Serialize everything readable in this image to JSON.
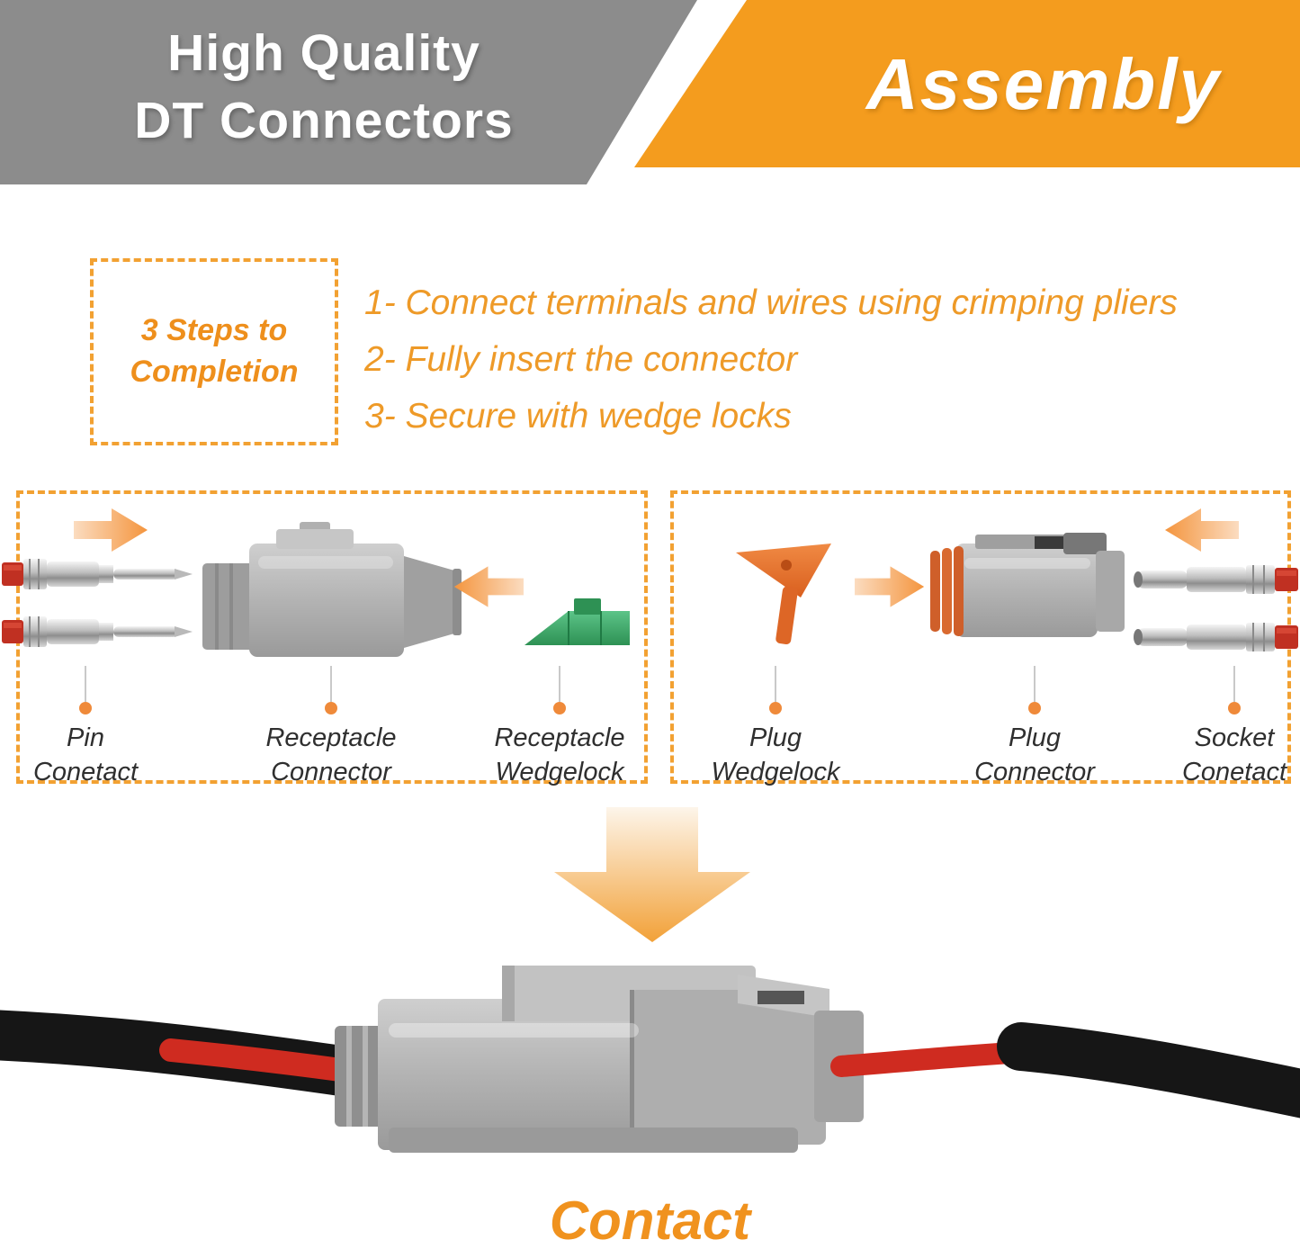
{
  "colors": {
    "banner_gray": "#8c8c8c",
    "accent_orange": "#f49c1e",
    "text_orange": "#ee9a28",
    "dashed_border": "#f2a132",
    "label_text": "#2f2f2f",
    "wedgelock_green": "#3aa365",
    "wedgelock_orange": "#e06a28",
    "wire_red": "#c03022",
    "cable_black": "#161616",
    "connector_gray": "#b3b3b3"
  },
  "banners": {
    "quality": {
      "line1": "High Quality",
      "line2": "DT Connectors"
    },
    "assembly": {
      "label": "Assembly"
    }
  },
  "steps": {
    "title_line1": "3 Steps to",
    "title_line2": "Completion",
    "items": [
      "1- Connect terminals and wires using crimping pliers",
      "2- Fully insert the connector",
      "3- Secure with wedge locks"
    ]
  },
  "left_panel": {
    "parts": [
      {
        "line1": "Pin",
        "line2": "Conetact"
      },
      {
        "line1": "Receptacle",
        "line2": "Connector"
      },
      {
        "line1": "Receptacle",
        "line2": "Wedgelock"
      }
    ]
  },
  "right_panel": {
    "parts": [
      {
        "line1": "Plug",
        "line2": "Wedgelock"
      },
      {
        "line1": "Plug",
        "line2": "Connector"
      },
      {
        "line1": "Socket",
        "line2": "Conetact"
      }
    ]
  },
  "footer": {
    "label": "Contact"
  }
}
